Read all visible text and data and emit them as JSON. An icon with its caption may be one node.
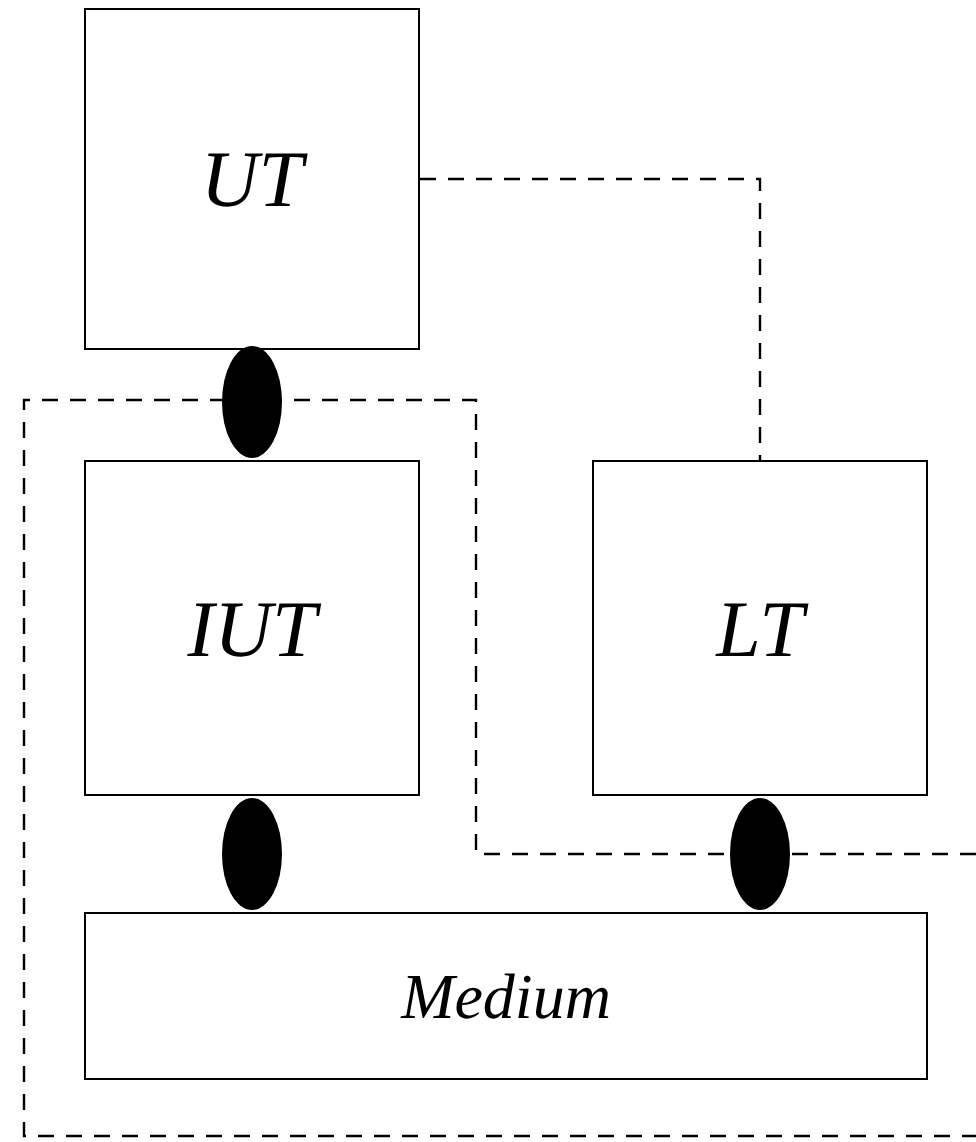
{
  "diagram": {
    "nodes": [
      {
        "text": [
          "UT"
        ]
      },
      {
        "text": [],
        "shape": "ellipse"
      },
      {
        "text": [
          "IUT"
        ]
      },
      {
        "text": [
          "LT"
        ]
      },
      {
        "text": [],
        "shape": "ellipse"
      },
      {
        "text": [],
        "shape": "ellipse"
      },
      {
        "text": [
          "Medium"
        ]
      }
    ],
    "edges": [
      {
        "from": 0,
        "to": 3,
        "arrow": "none",
        "style": "dashed"
      }
    ]
  }
}
